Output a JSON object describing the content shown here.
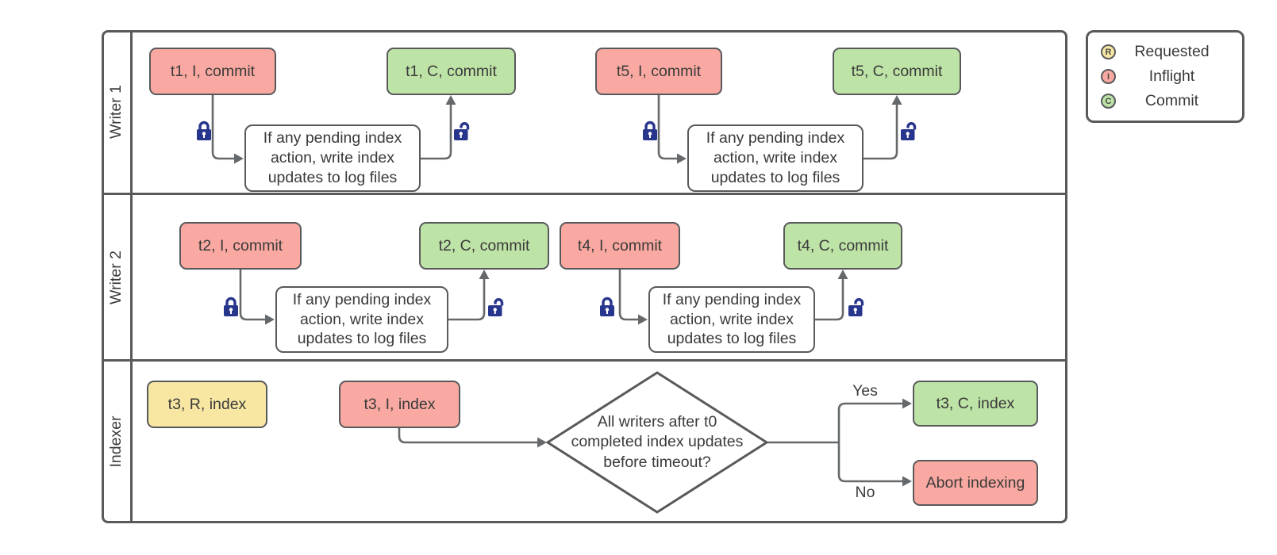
{
  "legend": {
    "items": [
      {
        "letter": "R",
        "label": "Requested"
      },
      {
        "letter": "I",
        "label": "Inflight"
      },
      {
        "letter": "C",
        "label": "Commit"
      }
    ]
  },
  "lanes": [
    {
      "label": "Writer 1",
      "flows": [
        {
          "inflight": "t1, I, commit",
          "process": "If any pending index action, write index updates to log files",
          "commit": "t1, C, commit"
        },
        {
          "inflight": "t5, I, commit",
          "process": "If any pending index action, write index updates to log files",
          "commit": "t5, C, commit"
        }
      ]
    },
    {
      "label": "Writer 2",
      "flows": [
        {
          "inflight": "t2, I, commit",
          "process": "If any pending index action, write index updates to log files",
          "commit": "t2, C, commit"
        },
        {
          "inflight": "t4, I, commit",
          "process": "If any pending index action, write index updates to log files",
          "commit": "t4, C, commit"
        }
      ]
    },
    {
      "label": "Indexer",
      "requested": "t3, R, index",
      "inflight": "t3, I, index",
      "decision": "All writers after t0 completed index updates before timeout?",
      "yes_label": "Yes",
      "no_label": "No",
      "commit": "t3, C, index",
      "abort": "Abort indexing"
    }
  ],
  "colors": {
    "requested_fill": "#f7e7a3",
    "inflight_fill": "#f9a9a1",
    "commit_fill": "#bee3a6",
    "border": "#58595b",
    "connector": "#66696c",
    "lock": "#28358c"
  }
}
